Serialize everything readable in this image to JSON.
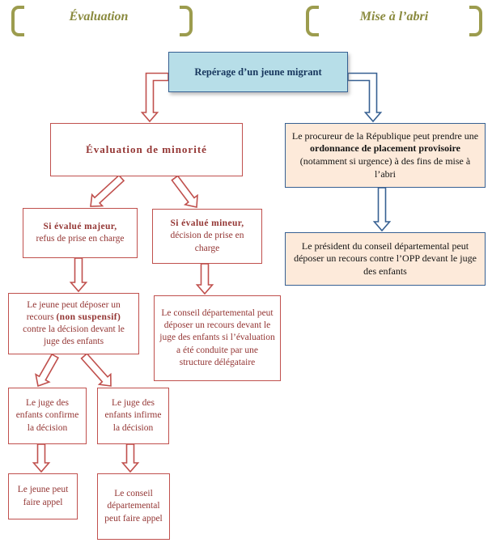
{
  "header": {
    "left_label": "Évaluation",
    "right_label": "Mise à l’abri"
  },
  "nodes": {
    "reperage": {
      "text": "Repérage d’un jeune migrant"
    },
    "evaluation": {
      "text": "Évaluation de minorité"
    },
    "majeur": {
      "bold": "Si évalué majeur,",
      "rest": "refus de prise en charge"
    },
    "mineur": {
      "bold": "Si évalué mineur,",
      "rest": "décision de prise en charge"
    },
    "recours_jeune": {
      "pre": "Le jeune peut déposer un recours ",
      "bold": "(non suspensif)",
      "post": " contre la décision devant le juge des enfants"
    },
    "recours_conseil": {
      "text": "Le conseil départemental peut déposer un recours devant le juge des enfants si l’évaluation a été conduite par une structure délégataire"
    },
    "confirme": {
      "text": "Le juge des enfants confirme la décision"
    },
    "infirme": {
      "text": "Le juge des enfants infirme la décision"
    },
    "appel_jeune": {
      "text": "Le jeune peut faire appel"
    },
    "appel_conseil": {
      "text": "Le conseil départemental peut faire appel"
    },
    "procureur": {
      "pre": "Le procureur de la République peut prendre une ",
      "bold": "ordonnance de placement provisoire",
      "post": " (notamment si urgence) à des fins de mise à l’abri"
    },
    "president": {
      "text": "Le président du conseil départemental peut déposer un recours contre l’OPP devant le juge des enfants"
    }
  },
  "colors": {
    "red_border": "#C0504D",
    "red_text": "#943634",
    "blue_border": "#376092",
    "blue_fill": "#B7DEE8",
    "blue_text": "#17365D",
    "cream_fill": "#FDEADA",
    "olive": "#8A8A3E",
    "olive_bracket": "#9C9C4E"
  }
}
